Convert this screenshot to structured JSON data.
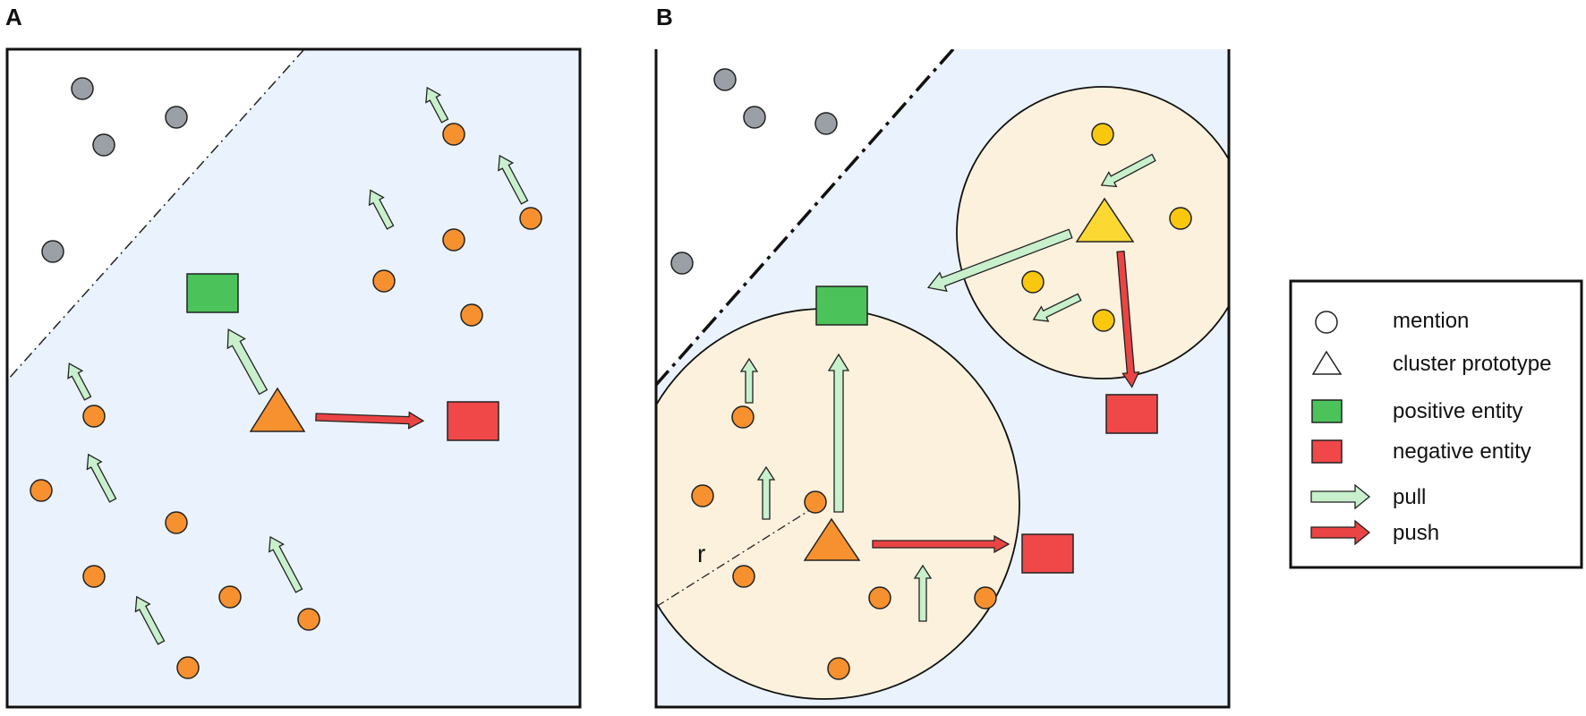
{
  "panels": {
    "a": {
      "label": "A"
    },
    "b": {
      "label": "B",
      "radius_label": "r"
    }
  },
  "legend": {
    "items": [
      {
        "shape": "circle",
        "label": "mention"
      },
      {
        "shape": "triangle",
        "label": "cluster prototype"
      },
      {
        "shape": "square-green",
        "label": "positive entity"
      },
      {
        "shape": "square-red",
        "label": "negative entity"
      },
      {
        "shape": "arrow-green",
        "label": "pull"
      },
      {
        "shape": "arrow-red",
        "label": "push"
      }
    ]
  },
  "colors": {
    "background_region": "#eaf3fd",
    "cluster_region": "#fcf1dc",
    "mention_orange": "#f7912f",
    "mention_gray": "#9aa0a6",
    "mention_yellow": "#f9c80e",
    "prototype_orange": "#f7912f",
    "prototype_yellow": "#fbd932",
    "positive_entity": "#4cc35a",
    "negative_entity": "#f04848",
    "pull_arrow": "#c8f0cc",
    "push_arrow": "#ea4444"
  }
}
